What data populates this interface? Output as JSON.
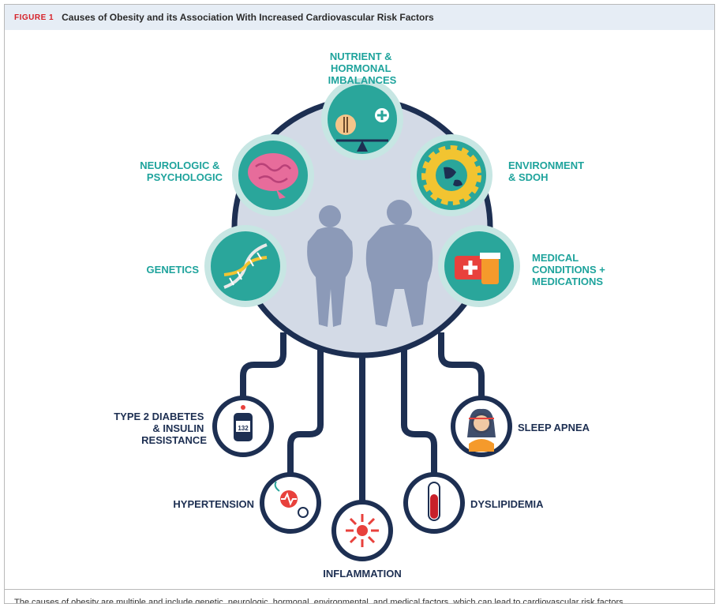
{
  "figure": {
    "label": "FIGURE 1",
    "title": "Causes of Obesity and its Association With Increased Cardiovascular Risk Factors"
  },
  "causes": {
    "nutrient": [
      "NUTRIENT &",
      "HORMONAL",
      "IMBALANCES"
    ],
    "neurologic": [
      "NEUROLOGIC &",
      "PSYCHOLOGIC"
    ],
    "environment": [
      "ENVIRONMENT",
      "& SDOH"
    ],
    "genetics": [
      "GENETICS"
    ],
    "medical": [
      "MEDICAL",
      "CONDITIONS +",
      "MEDICATIONS"
    ]
  },
  "risk_factors": {
    "diabetes": [
      "TYPE 2 DIABETES",
      "& INSULIN",
      "RESISTANCE"
    ],
    "hypertension": [
      "HYPERTENSION"
    ],
    "inflammation": [
      "INFLAMMATION"
    ],
    "dyslipidemia": [
      "DYSLIPIDEMIA"
    ],
    "sleep_apnea": [
      "SLEEP APNEA"
    ]
  },
  "glucometer_reading": "132",
  "caption": "The causes of obesity are multiple and include genetic, neurologic, hormonal, environmental, and medical factors, which can lead to cardiovascular risk factors.",
  "colors": {
    "teal": "#1ea39c",
    "navy": "#1d2f52",
    "center_fill": "#d3dae6",
    "silhouette": "#8c9ab8",
    "icon_bg": "#2aa69b"
  }
}
